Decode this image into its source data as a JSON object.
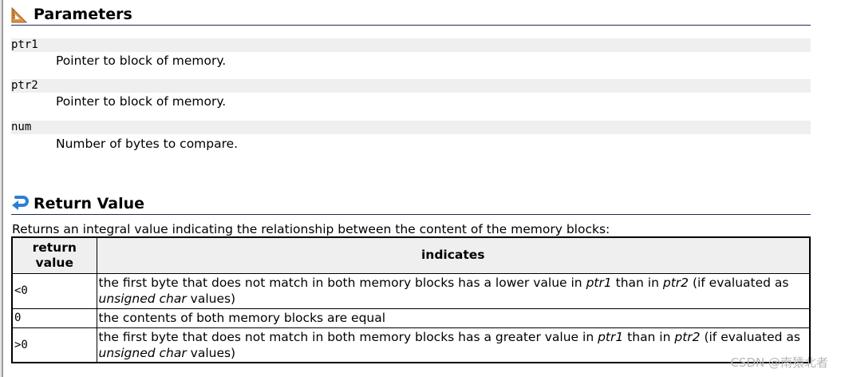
{
  "parameters": {
    "title": "Parameters",
    "icon": "set-square-icon",
    "items": [
      {
        "name": "ptr1",
        "desc": "Pointer to block of memory."
      },
      {
        "name": "ptr2",
        "desc": "Pointer to block of memory."
      },
      {
        "name": "num",
        "desc": "Number of bytes to compare."
      }
    ]
  },
  "return_value": {
    "title": "Return Value",
    "icon": "return-arrow-icon",
    "intro": "Returns an integral value indicating the relationship between the content of the memory blocks:",
    "headers": {
      "col1": "return value",
      "col2": "indicates"
    },
    "rows": [
      {
        "value": "<0",
        "text_parts": [
          "the first byte that does not match in both memory blocks has a lower value in ",
          "ptr1",
          " than in ",
          "ptr2",
          " (if evaluated as ",
          "unsigned char",
          " values)"
        ]
      },
      {
        "value": "0",
        "text_parts": [
          "the contents of both memory blocks are equal"
        ]
      },
      {
        "value": ">0",
        "text_parts": [
          "the first byte that does not match in both memory blocks has a greater value in ",
          "ptr1",
          " than in ",
          "ptr2",
          " (if evaluated as ",
          "unsigned char",
          " values)"
        ]
      }
    ]
  },
  "watermark": "CSDN @南猿北者",
  "colors": {
    "heading_rule": "#1f2a5a",
    "band": "#efefef",
    "icon_ruler": "#c9853a",
    "icon_arrow": "#2a7fd4"
  }
}
